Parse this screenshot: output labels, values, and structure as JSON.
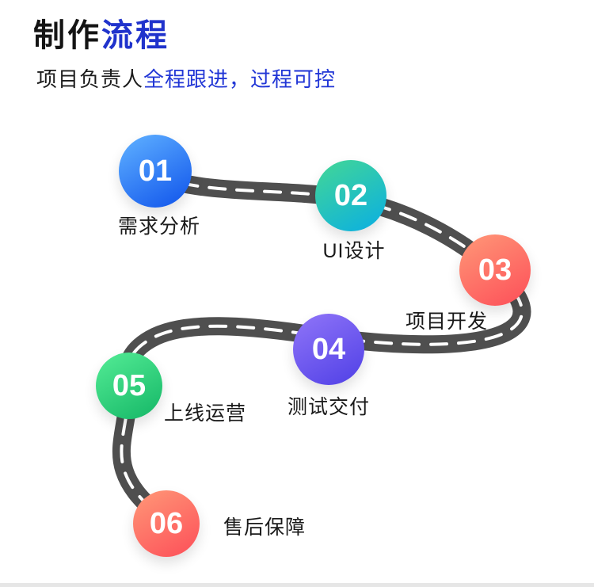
{
  "header": {
    "title_black": "制作",
    "title_blue": "流程",
    "subtitle_black": "项目负责人",
    "subtitle_blue": "全程跟进，过程可控"
  },
  "road": {
    "color": "#4f4f4f",
    "dash_color": "#ffffff"
  },
  "accent_colors": {
    "title_blue": "#2033cc",
    "subtitle_blue": "#2136d6"
  },
  "steps": [
    {
      "number": "01",
      "label": "需求分析",
      "gradient_from": "#5aabff",
      "gradient_to": "#1b61ee"
    },
    {
      "number": "02",
      "label": "UI设计",
      "gradient_from": "#3fd49b",
      "gradient_to": "#10b3da"
    },
    {
      "number": "03",
      "label": "项目开发",
      "gradient_from": "#ff9275",
      "gradient_to": "#fd575c"
    },
    {
      "number": "04",
      "label": "测试交付",
      "gradient_from": "#8b71f7",
      "gradient_to": "#5746e8"
    },
    {
      "number": "05",
      "label": "上线运营",
      "gradient_from": "#4fe892",
      "gradient_to": "#1cbd6c"
    },
    {
      "number": "06",
      "label": "售后保障",
      "gradient_from": "#ff9275",
      "gradient_to": "#fd575c"
    }
  ]
}
